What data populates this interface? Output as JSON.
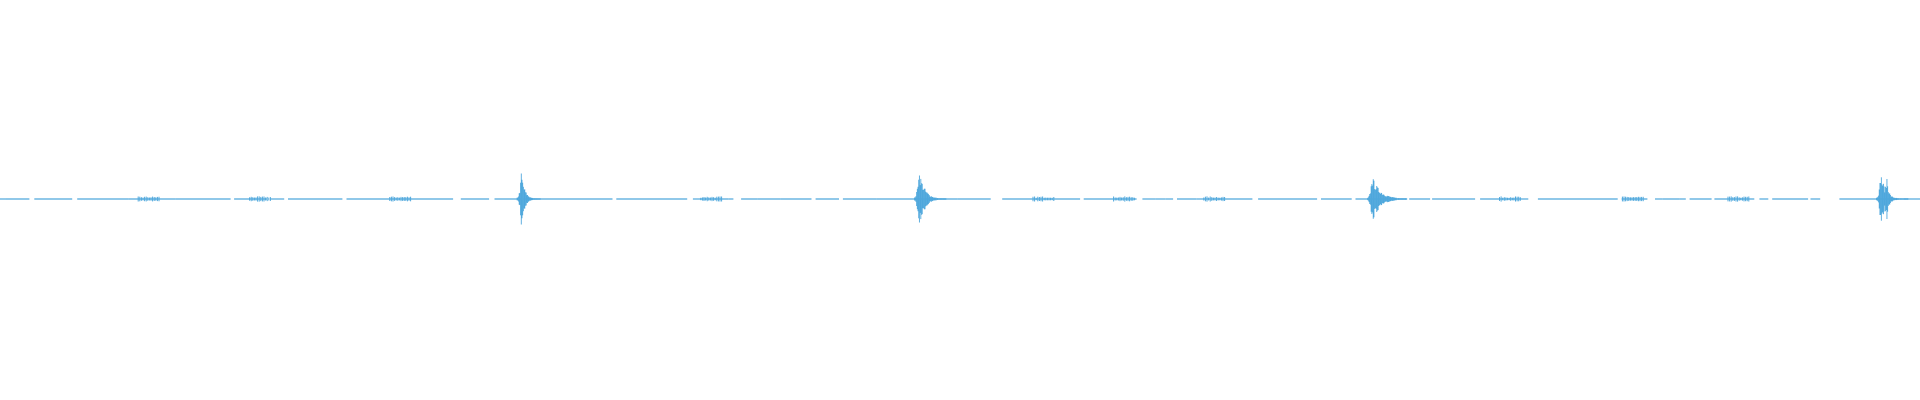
{
  "waveform": {
    "color": "#4ea7dc",
    "bursts": [
      {
        "position": 0.2715,
        "amplitude": 0.14,
        "decay": "sharp"
      },
      {
        "position": 0.4785,
        "amplitude": 0.16,
        "decay": "medium"
      },
      {
        "position": 0.7145,
        "amplitude": 0.12,
        "decay": "long"
      },
      {
        "position": 0.9795,
        "amplitude": 0.14,
        "decay": "double"
      }
    ],
    "minor_blips": [
      0.072,
      0.13,
      0.203,
      0.365,
      0.538,
      0.58,
      0.627,
      0.781,
      0.845,
      0.9
    ],
    "gaps": [
      [
        0.139,
        0.141
      ],
      [
        0.148,
        0.15
      ],
      [
        0.236,
        0.24
      ],
      [
        0.28,
        0.281
      ],
      [
        0.319,
        0.321
      ],
      [
        0.382,
        0.386
      ],
      [
        0.437,
        0.439
      ],
      [
        0.516,
        0.522
      ],
      [
        0.592,
        0.595
      ],
      [
        0.611,
        0.613
      ],
      [
        0.686,
        0.688
      ],
      [
        0.704,
        0.706
      ],
      [
        0.796,
        0.801
      ],
      [
        0.858,
        0.862
      ],
      [
        0.878,
        0.88
      ],
      [
        0.921,
        0.923
      ],
      [
        0.948,
        0.958
      ]
    ]
  }
}
